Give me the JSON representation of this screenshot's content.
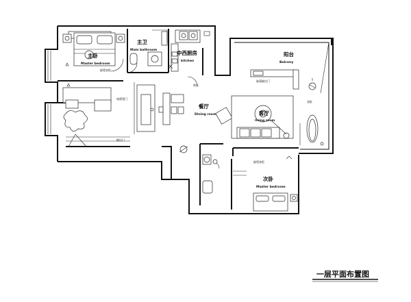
{
  "title": "一层平面布置图",
  "rooms": {
    "master_bedroom": {
      "cn": "主卧",
      "en": "Master bedroom"
    },
    "master_bathroom": {
      "cn": "主卫",
      "en": "Main bathroom"
    },
    "kitchen": {
      "cn": "中西厨房",
      "en": "kitchen"
    },
    "balcony": {
      "cn": "阳台",
      "en": "Balcony"
    },
    "dining": {
      "cn": "餐厅",
      "en": "Dining room"
    },
    "living": {
      "cn": "客厅",
      "en": "living room"
    },
    "second_bedroom": {
      "cn": "次卧",
      "en": "Master bedroom"
    }
  },
  "notes": {
    "wardrobe": "嵌墙衣柜",
    "tv_wall": "电视墙门",
    "sliding_door": "推拉门",
    "glass_door": "玻璃推拉门",
    "bar_counter": "吧台",
    "bathtub": "浴缸"
  }
}
